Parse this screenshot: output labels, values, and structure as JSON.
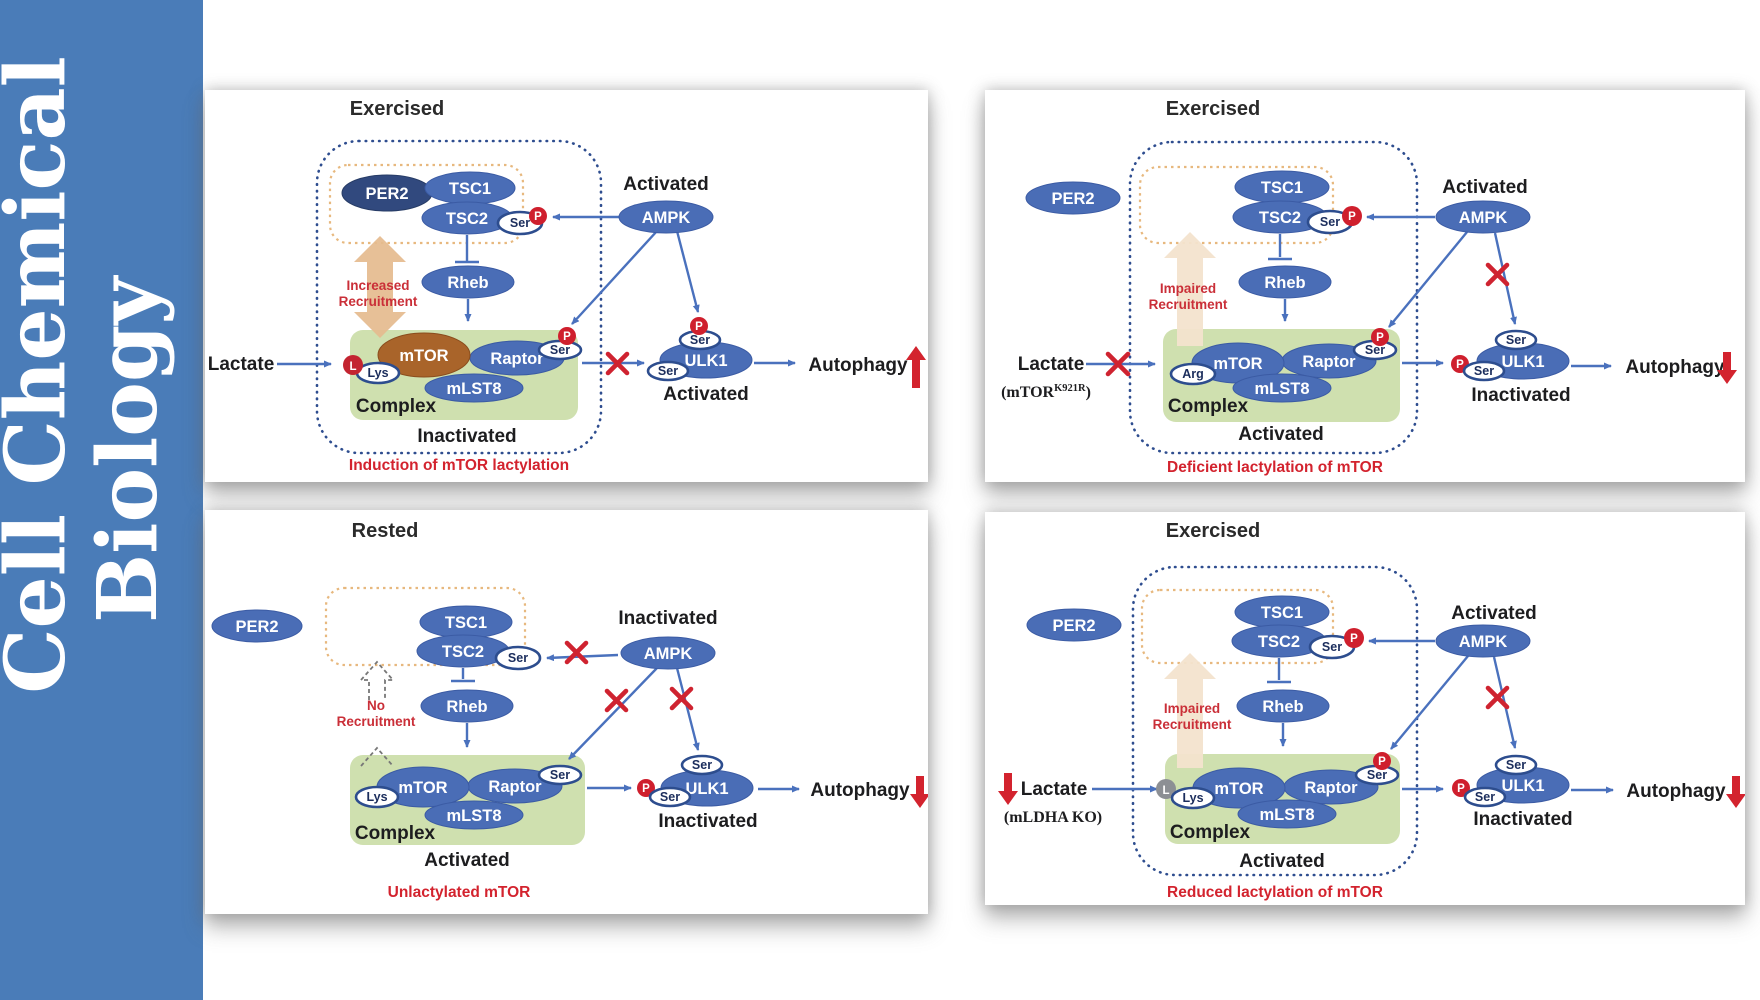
{
  "journal": {
    "line1": "Cell Chemical",
    "line2": "Biology"
  },
  "colors": {
    "sidebar_blue": "#4a7cb8",
    "node_blue": "#4a6db6",
    "per2_dark_blue": "#31497e",
    "mtor_lactylated_brown": "#a9642a",
    "complex_green": "#cfe0af",
    "phospho_red": "#cf1f2d",
    "lactyl_badge_red": "#c32430",
    "lactyl_badge_gray": "#8c8f94",
    "arrow_blue": "#4a71bd",
    "cell_border_navy": "#2e4d8f",
    "recruit_box_orange": "#e7b87e",
    "recruit_arrow_tan": "#e5bb8e",
    "red_text": "#d3232e"
  },
  "panels": {
    "p1": {
      "title": "Exercised",
      "per2": "PER2",
      "tsc1": "TSC1",
      "tsc2": "TSC2",
      "tsc2_site": "Ser",
      "tsc2_phospho": "P",
      "ampk": "AMPK",
      "ampk_state": "Activated",
      "rheb": "Rheb",
      "recruitment_line1": "Increased",
      "recruitment_line2": "Recruitment",
      "lactate": "Lactate",
      "lactyl_badge": "L",
      "mtor_site": "Lys",
      "mtor": "mTOR",
      "raptor": "Raptor",
      "mlst8": "mLST8",
      "raptor_site": "Ser",
      "raptor_phospho": "P",
      "complex_label": "Complex",
      "complex_state": "Inactivated",
      "ulk1": "ULK1",
      "ulk1_site_top": "Ser",
      "ulk1_phospho": "P",
      "ulk1_site_bottom": "Ser",
      "ulk1_state": "Activated",
      "autophagy": "Autophagy",
      "autophagy_direction": "up",
      "caption": "Induction of mTOR lactylation"
    },
    "p2": {
      "title": "Exercised",
      "per2": "PER2",
      "tsc1": "TSC1",
      "tsc2": "TSC2",
      "tsc2_site": "Ser",
      "tsc2_phospho": "P",
      "ampk": "AMPK",
      "ampk_state": "Activated",
      "rheb": "Rheb",
      "recruitment_line1": "Impaired",
      "recruitment_line2": "Recruitment",
      "lactate": "Lactate",
      "lactate_note_open": "(mTOR",
      "lactate_note_sup": "K921R",
      "lactate_note_close": ")",
      "mtor_site": "Arg",
      "mtor": "mTOR",
      "raptor": "Raptor",
      "mlst8": "mLST8",
      "raptor_site": "Ser",
      "raptor_phospho": "P",
      "complex_label": "Complex",
      "complex_state": "Activated",
      "ulk1": "ULK1",
      "ulk1_site_top": "Ser",
      "ulk1_phospho": "P",
      "ulk1_site_bottom": "Ser",
      "ulk1_state": "Inactivated",
      "autophagy": "Autophagy",
      "autophagy_direction": "down",
      "caption": "Deficient lactylation of mTOR"
    },
    "p3": {
      "title": "Rested",
      "per2": "PER2",
      "tsc1": "TSC1",
      "tsc2": "TSC2",
      "tsc2_site": "Ser",
      "ampk": "AMPK",
      "ampk_state": "Inactivated",
      "rheb": "Rheb",
      "recruitment_line1": "No",
      "recruitment_line2": "Recruitment",
      "mtor_site": "Lys",
      "mtor": "mTOR",
      "raptor": "Raptor",
      "mlst8": "mLST8",
      "raptor_site": "Ser",
      "complex_label": "Complex",
      "complex_state": "Activated",
      "ulk1": "ULK1",
      "ulk1_site_top": "Ser",
      "ulk1_phospho": "P",
      "ulk1_site_bottom": "Ser",
      "ulk1_state": "Inactivated",
      "autophagy": "Autophagy",
      "autophagy_direction": "down",
      "caption": "Unlactylated mTOR"
    },
    "p4": {
      "title": "Exercised",
      "per2": "PER2",
      "tsc1": "TSC1",
      "tsc2": "TSC2",
      "tsc2_site": "Ser",
      "tsc2_phospho": "P",
      "ampk": "AMPK",
      "ampk_state": "Activated",
      "rheb": "Rheb",
      "recruitment_line1": "Impaired",
      "recruitment_line2": "Recruitment",
      "lactate": "Lactate",
      "lactate_note": "(mLDHA KO)",
      "lactate_direction": "down",
      "lactyl_badge": "L",
      "mtor_site": "Lys",
      "mtor": "mTOR",
      "raptor": "Raptor",
      "mlst8": "mLST8",
      "raptor_site": "Ser",
      "raptor_phospho": "P",
      "complex_label": "Complex",
      "complex_state": "Activated",
      "ulk1": "ULK1",
      "ulk1_site_top": "Ser",
      "ulk1_phospho": "P",
      "ulk1_site_bottom": "Ser",
      "ulk1_state": "Inactivated",
      "autophagy": "Autophagy",
      "autophagy_direction": "down",
      "caption": "Reduced lactylation of mTOR"
    }
  }
}
